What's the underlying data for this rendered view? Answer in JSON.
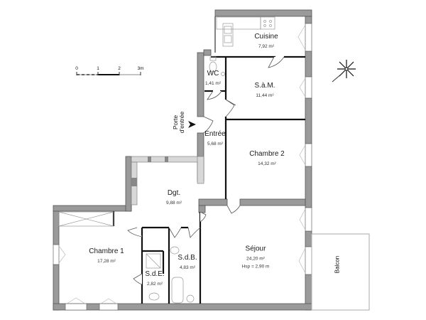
{
  "plan": {
    "rooms": [
      {
        "id": "cuisine",
        "name": "Cuisine",
        "area": "7,92 m²"
      },
      {
        "id": "sam",
        "name": "S.à.M.",
        "area": "11,44 m²"
      },
      {
        "id": "wc",
        "name": "WC",
        "area": "1,41 m²"
      },
      {
        "id": "entree",
        "name": "Entrée",
        "area": "5,68 m²"
      },
      {
        "id": "chambre2",
        "name": "Chambre 2",
        "area": "14,32 m²"
      },
      {
        "id": "dgt",
        "name": "Dgt.",
        "area": "9,88 m²"
      },
      {
        "id": "chambre1",
        "name": "Chambre 1",
        "area": "17,28 m²"
      },
      {
        "id": "sdb",
        "name": "S.d.B.",
        "area": "4,83 m²"
      },
      {
        "id": "sde",
        "name": "S.d.E.",
        "area": "2,82 m²"
      },
      {
        "id": "sejour",
        "name": "Séjour",
        "area": "24,20 m²",
        "height": "Hsp = 2,90 m"
      }
    ],
    "entrance_label": "Porte d'entrée",
    "balcony_label": "Balcon",
    "scale": {
      "ticks": [
        "0",
        "1",
        "2",
        "3m"
      ]
    },
    "compass": {
      "icon": "compass-rose-icon"
    },
    "colors": {
      "wall": "#9a9a9a",
      "wall_stroke": "#555555",
      "partition": "#111111",
      "fixture": "#aaaaaa"
    }
  }
}
